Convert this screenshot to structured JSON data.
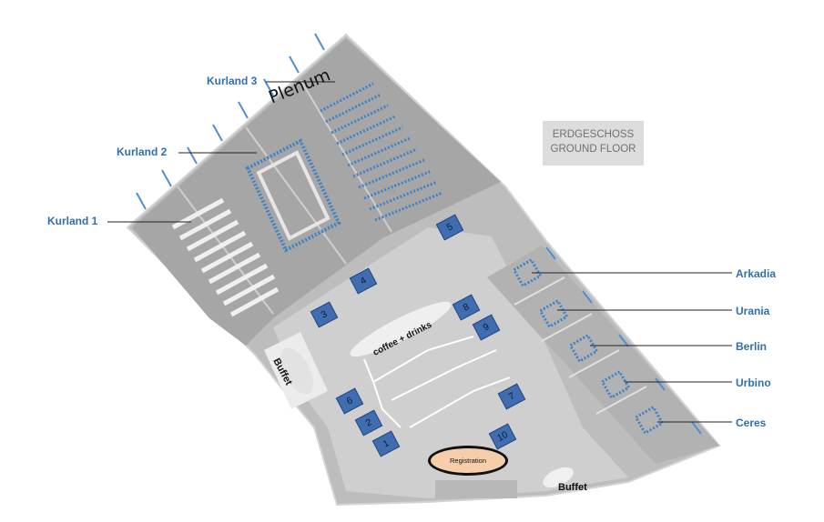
{
  "floor": {
    "line1": "ERDGESCHOSS",
    "line2": "GROUND FLOOR"
  },
  "rooms": {
    "kurland1": "Kurland 1",
    "kurland2": "Kurland 2",
    "kurland3": "Kurland 3",
    "plenum": "Plenum",
    "arkadia": "Arkadia",
    "urania": "Urania",
    "berlin": "Berlin",
    "urbino": "Urbino",
    "ceres": "Ceres"
  },
  "areas": {
    "buffet_left": "Buffet",
    "buffet_bottom": "Buffet",
    "coffee": "coffee + drinks",
    "registration": "Registration"
  },
  "booths": [
    "1",
    "2",
    "3",
    "4",
    "5",
    "6",
    "7",
    "8",
    "9",
    "10"
  ],
  "colors": {
    "floor": "#a8a8a8",
    "floor_light": "#c9c9c9",
    "booth": "#3f6db0",
    "label": "#2f6fb0",
    "registration": "#f6ceac"
  }
}
